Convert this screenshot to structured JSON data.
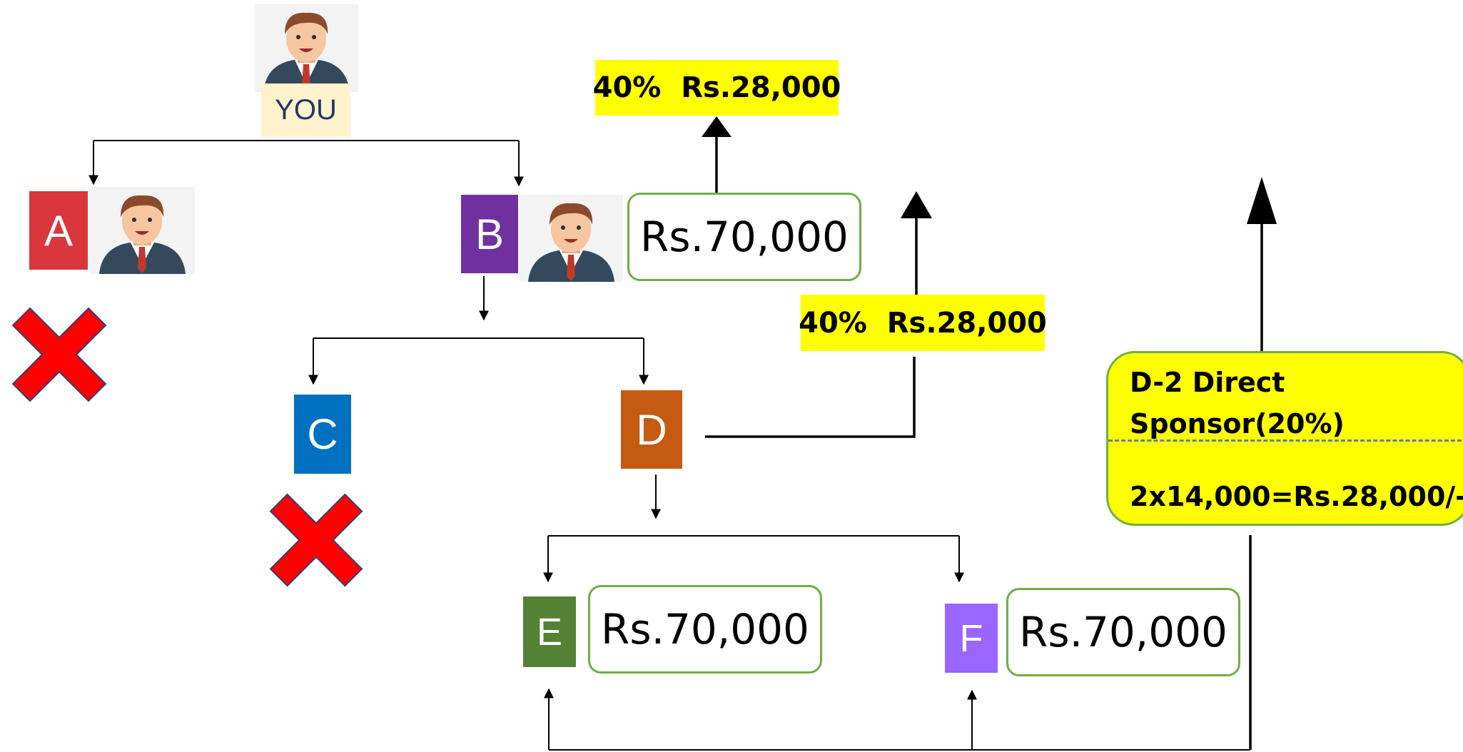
{
  "nodes": {
    "you": {
      "label": "YOU"
    },
    "a": {
      "letter": "A",
      "color": "#d9363e"
    },
    "b": {
      "letter": "B",
      "color": "#7030a0"
    },
    "c": {
      "letter": "C",
      "color": "#0070c0"
    },
    "d": {
      "letter": "D",
      "color": "#c55a11"
    },
    "e": {
      "letter": "E",
      "color": "#548235"
    },
    "f": {
      "letter": "F",
      "color": "#9966ff"
    }
  },
  "amounts": {
    "b_amount": "Rs.70,000",
    "e_amount": "Rs.70,000",
    "f_amount": "Rs.70,000"
  },
  "commissions": {
    "from_b": "40%  Rs.28,000",
    "from_d": "40%  Rs.28,000"
  },
  "sponsor": {
    "title": "D-2 Direct\nSponsor(20%)",
    "formula": "2x14,000=Rs.28,000/-"
  },
  "colors": {
    "highlight": "#ffff00",
    "box_border": "#70ad47",
    "cross": "#ff0000",
    "you_label_bg": "#fff2cc"
  }
}
